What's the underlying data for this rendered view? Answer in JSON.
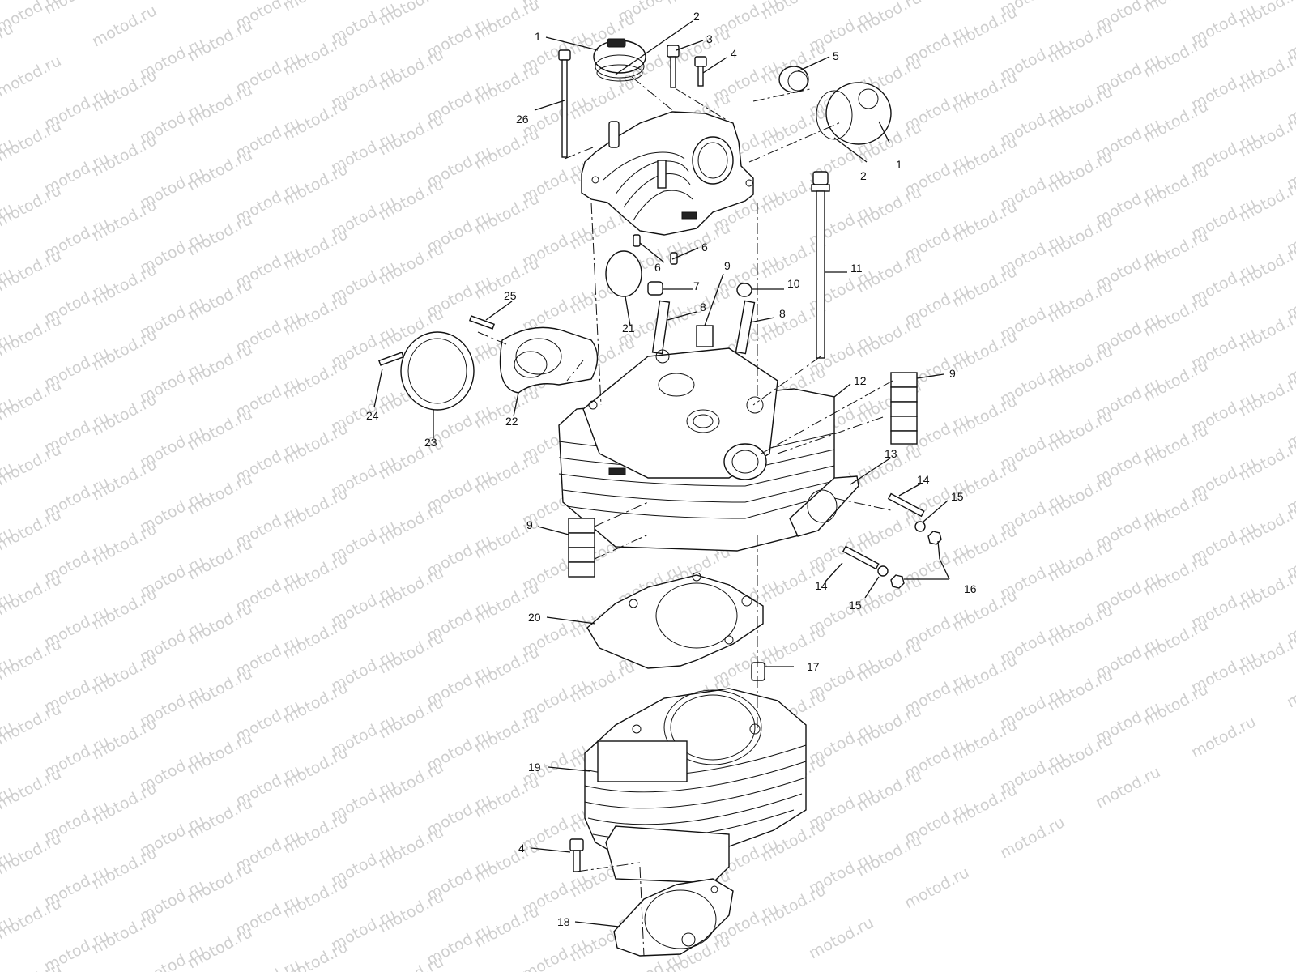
{
  "watermark": "motod.ru",
  "callouts": [
    {
      "id": "c1a",
      "text": "1"
    },
    {
      "id": "c2a",
      "text": "2"
    },
    {
      "id": "c3",
      "text": "3"
    },
    {
      "id": "c4a",
      "text": "4"
    },
    {
      "id": "c5",
      "text": "5"
    },
    {
      "id": "c1b",
      "text": "1"
    },
    {
      "id": "c2b",
      "text": "2"
    },
    {
      "id": "c26",
      "text": "26"
    },
    {
      "id": "c6a",
      "text": "6"
    },
    {
      "id": "c6b",
      "text": "6"
    },
    {
      "id": "c9a",
      "text": "9"
    },
    {
      "id": "c11",
      "text": "11"
    },
    {
      "id": "c7",
      "text": "7"
    },
    {
      "id": "c10",
      "text": "10"
    },
    {
      "id": "c8a",
      "text": "8"
    },
    {
      "id": "c8b",
      "text": "8"
    },
    {
      "id": "c21",
      "text": "21"
    },
    {
      "id": "c25",
      "text": "25"
    },
    {
      "id": "c9b",
      "text": "9"
    },
    {
      "id": "c12",
      "text": "12"
    },
    {
      "id": "c24",
      "text": "24"
    },
    {
      "id": "c22",
      "text": "22"
    },
    {
      "id": "c23",
      "text": "23"
    },
    {
      "id": "c13",
      "text": "13"
    },
    {
      "id": "c14a",
      "text": "14"
    },
    {
      "id": "c15a",
      "text": "15"
    },
    {
      "id": "c9c",
      "text": "9"
    },
    {
      "id": "c14b",
      "text": "14"
    },
    {
      "id": "c15b",
      "text": "15"
    },
    {
      "id": "c16",
      "text": "16"
    },
    {
      "id": "c20",
      "text": "20"
    },
    {
      "id": "c17",
      "text": "17"
    },
    {
      "id": "c19",
      "text": "19"
    },
    {
      "id": "c4b",
      "text": "4"
    },
    {
      "id": "c18",
      "text": "18"
    }
  ]
}
